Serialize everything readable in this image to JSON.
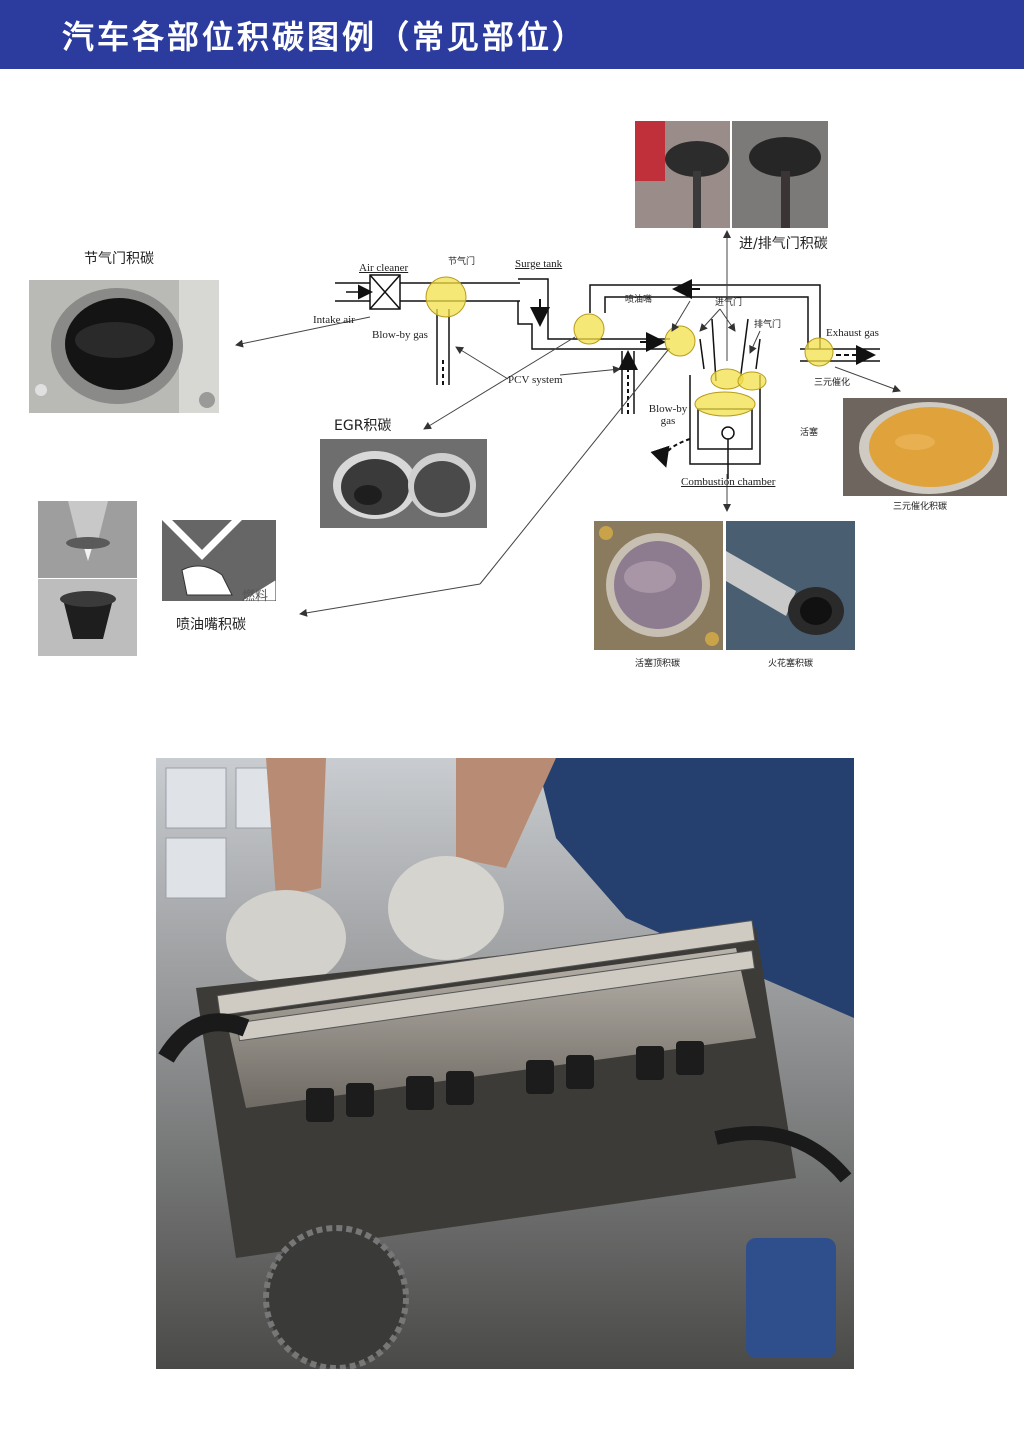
{
  "header": {
    "title": "汽车各部位积碳图例（常见部位）",
    "background": "#2b3b9e"
  },
  "diagram": {
    "photo_captions": {
      "throttle": "节气门积碳",
      "valves": "进/排气门积碳",
      "egr": "EGR积碳",
      "injector": "喷油嘴积碳",
      "catalyst": "三元催化积碳",
      "piston_top": "活塞顶积碳",
      "spark_plug": "火花塞积碳"
    },
    "schematic_labels": {
      "air_cleaner": "Air cleaner",
      "throttle": "节气门",
      "surge_tank": "Surge tank",
      "intake_air": "Intake air",
      "blow_by_gas": "Blow-by gas",
      "pcv_system": "PCV system",
      "injector": "喷油嘴",
      "intake_valve": "进气门",
      "exhaust_valve": "排气门",
      "exhaust_gas": "Exhaust gas",
      "catalyst": "三元催化",
      "blow_by_gas_2": "Blow-by gas",
      "piston": "活塞",
      "combustion_chamber": "Combustion chamber",
      "fuel": "燃料"
    }
  }
}
